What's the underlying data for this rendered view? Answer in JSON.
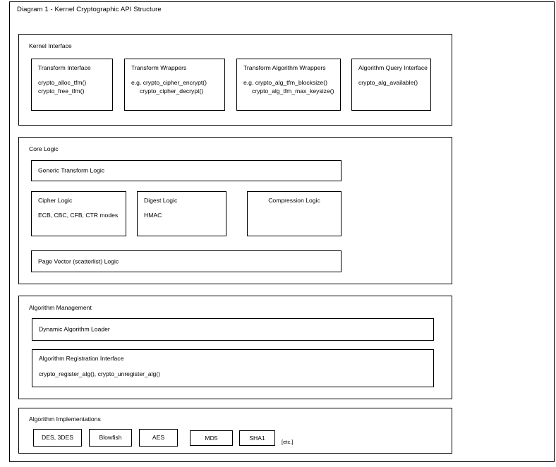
{
  "page": {
    "diagram_title": "Diagram 1 - Kernel Cryptographic API Structure"
  },
  "layers": {
    "kernel_interface": {
      "title": "Kernel Interface",
      "boxes": [
        {
          "title": "Transform Interface",
          "body": "crypto_alloc_tfm()\ncrypto_free_tfm()"
        },
        {
          "title": "Transform Wrappers",
          "body": "e.g. crypto_cipher_encrypt()\n     crypto_cipher_decrypt()"
        },
        {
          "title": "Transform Algorithm Wrappers",
          "body": "e.g. crypto_alg_tfm_blocksize()\n     crypto_alg_tfm_max_keysize()"
        },
        {
          "title": "Algorithm Query Interface",
          "body": "crypto_alg_available()"
        }
      ]
    },
    "core_logic": {
      "title": "Core Logic",
      "generic_transform": {
        "title": "Generic Transform Logic"
      },
      "sub_boxes": [
        {
          "title": "Cipher Logic",
          "body": "ECB, CBC, CFB, CTR modes"
        },
        {
          "title": "Digest Logic",
          "body": "HMAC"
        },
        {
          "title": "Compression Logic",
          "body": ""
        }
      ],
      "page_vector": {
        "title": "Page Vector (scatterlist) Logic"
      }
    },
    "algorithm_management": {
      "title": "Algorithm Management",
      "dynamic_loader": {
        "title": "Dynamic Algorithm Loader"
      },
      "registration_interface": {
        "title": "Algorithm Registration Interface",
        "body": "crypto_register_alg(), crypto_unregister_alg()"
      }
    },
    "algorithm_implementations": {
      "title": "Algorithm Implementations",
      "chips": [
        {
          "label": "DES, 3DES"
        },
        {
          "label": "Blowfish"
        },
        {
          "label": "AES"
        },
        {
          "label": "MD5"
        },
        {
          "label": "SHA1"
        }
      ],
      "etc_note": "[etc.]"
    }
  },
  "colors": {
    "stroke": "#000000",
    "background": "#ffffff",
    "text": "#000000"
  }
}
